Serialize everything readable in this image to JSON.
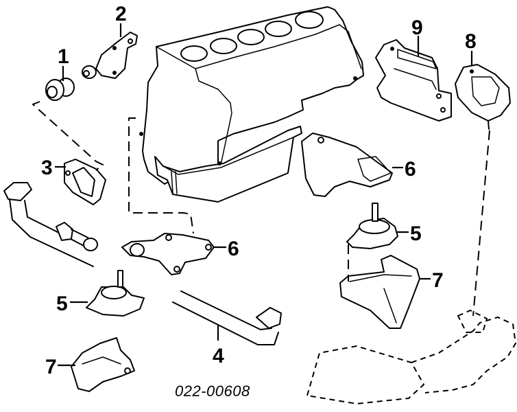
{
  "diagram": {
    "title": "Engine mounts exploded view",
    "part_code": "022-00608",
    "callouts": [
      {
        "id": "1",
        "label": "1",
        "part": "bushing"
      },
      {
        "id": "2",
        "label": "2",
        "part": "upper-bracket"
      },
      {
        "id": "3",
        "label": "3",
        "part": "gasket-plate"
      },
      {
        "id": "4",
        "label": "4",
        "part": "torque-rod-right"
      },
      {
        "id": "5a",
        "label": "5",
        "part": "engine-mount-right"
      },
      {
        "id": "5b",
        "label": "5",
        "part": "engine-mount-left"
      },
      {
        "id": "6a",
        "label": "6",
        "part": "mount-bracket-rear"
      },
      {
        "id": "6b",
        "label": "6",
        "part": "mount-bracket-front"
      },
      {
        "id": "7a",
        "label": "7",
        "part": "support-bracket-right"
      },
      {
        "id": "7b",
        "label": "7",
        "part": "support-bracket-left"
      },
      {
        "id": "8",
        "label": "8",
        "part": "transmission-mount"
      },
      {
        "id": "9",
        "label": "9",
        "part": "mount-bracket-top"
      }
    ],
    "components": [
      "engine-block",
      "torque-rod-left",
      "subframe"
    ]
  }
}
